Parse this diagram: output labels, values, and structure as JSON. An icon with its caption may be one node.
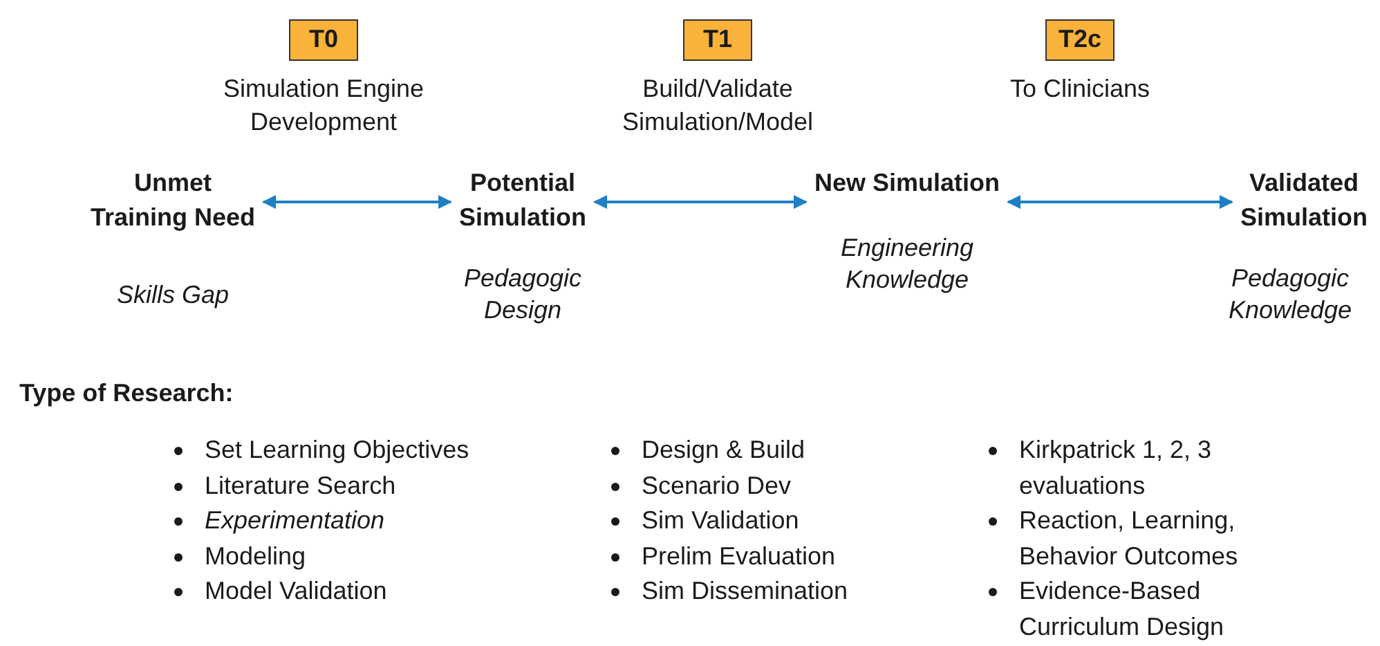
{
  "diagram": {
    "nodes": [
      {
        "text": [
          "T0"
        ],
        "beside": [
          "Simulation Engine Development"
        ]
      },
      {
        "text": [
          "T1"
        ],
        "beside": [
          "Build/Validate Simulation/Model"
        ]
      },
      {
        "text": [
          "T2c"
        ],
        "beside": [
          "To Clinicians"
        ]
      },
      {
        "text": [
          "Unmet Training Need",
          "Skills Gap"
        ]
      },
      {
        "text": [
          "Potential Simulation",
          "Pedagogic Design"
        ]
      },
      {
        "text": [
          "New Simulation",
          "Engineering Knowledge"
        ]
      },
      {
        "text": [
          "Validated Simulation",
          "Pedagogic Knowledge"
        ]
      }
    ],
    "edges": [
      {
        "from": 3,
        "to": 4,
        "arrow": "both"
      },
      {
        "from": 4,
        "to": 5,
        "arrow": "both"
      },
      {
        "from": 5,
        "to": 6,
        "arrow": "both"
      }
    ],
    "labels": [
      "Type of Research:",
      "Set Learning Objectives",
      "Literature Search",
      "*Experimentation*",
      "Modeling",
      "Model Validation",
      "Design & Build",
      "Scenario Dev",
      "Sim Validation",
      "Prelim Evaluation",
      "Sim Dissemination",
      "Kirkpatrick 1, 2, 3 evaluations",
      "Reaction, Learning, Behavior Outcomes",
      "Evidence-Based Curriculum Design"
    ]
  }
}
